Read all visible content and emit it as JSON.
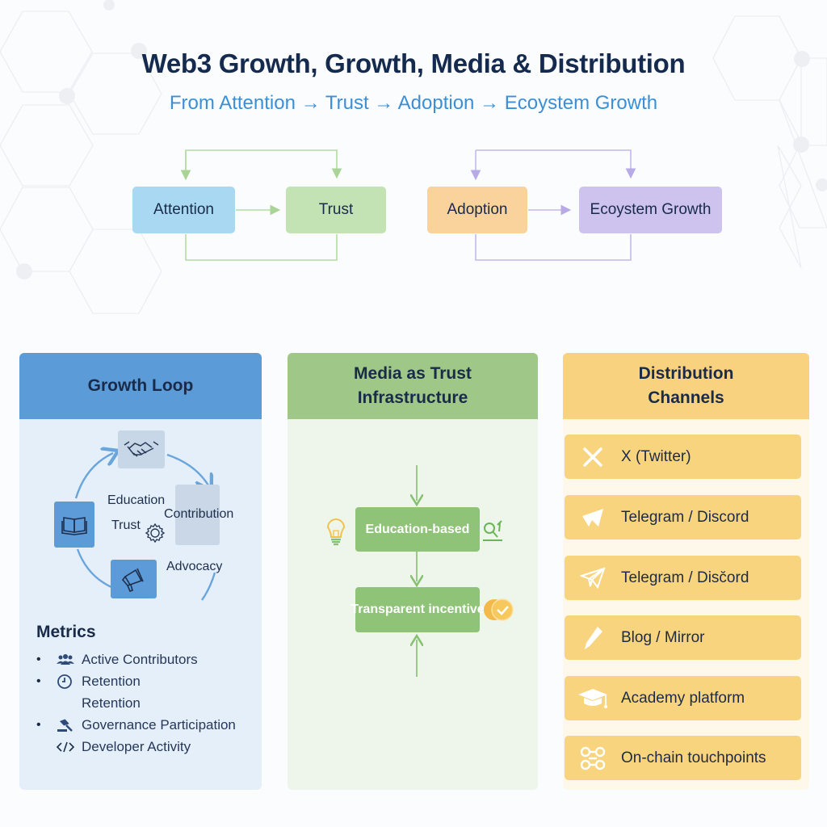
{
  "header": {
    "title": "Web3 Growth, Growth, Media & Distribution",
    "subtitle": "From Attention → Trust → Adoption → Ecoystem Growth"
  },
  "flow": {
    "stages": [
      {
        "label": "Attention",
        "color": "#a8d8f2"
      },
      {
        "label": "Trust",
        "color": "#c4e3b4"
      },
      {
        "label": "Adoption",
        "color": "#f9d29c"
      },
      {
        "label": "Ecoystem Growth",
        "color": "#cdc3ee"
      }
    ],
    "connector_colors": {
      "green": "#b5dba4",
      "purple": "#c3b8ea"
    }
  },
  "growth_loop": {
    "title": "Growth Loop",
    "icons": [
      "handshake-icon",
      "book-icon",
      "megaphone-icon",
      "gear-icon"
    ],
    "labels": {
      "education": "Education",
      "trust": "Trust",
      "contribution": "Contribution",
      "advocacy": "Advocacy"
    },
    "metrics": {
      "title": "Metrics",
      "items": [
        {
          "bullet": "•",
          "icon": "users-icon",
          "text": "Active Contributors"
        },
        {
          "bullet": "•",
          "icon": "clock-icon",
          "text": "Retention"
        },
        {
          "bullet": "",
          "icon": "",
          "text": "Retention"
        },
        {
          "bullet": "•",
          "icon": "gavel-icon",
          "text": "Governance Participation"
        },
        {
          "bullet": "",
          "icon": "code-icon",
          "text": "Developer Activity"
        }
      ]
    },
    "accent": "#5b9bd8"
  },
  "media": {
    "title_line1": "Media as Trust",
    "title_line2": "Infrastructure",
    "boxes": [
      {
        "label": "Education-based",
        "left_icon": "lightbulb-icon",
        "right_icon": "magnifier-chart-icon"
      },
      {
        "label": "Transparent incentive",
        "right_icon": "coin-check-icon"
      }
    ],
    "accent": "#9fc888"
  },
  "distribution": {
    "title_line1": "Distribution",
    "title_line2": "Channels",
    "channels": [
      {
        "label": "X (Twitter)",
        "icon": "x-icon"
      },
      {
        "label": "Telegram / Discord",
        "icon": "paper-plane-icon"
      },
      {
        "label": "Telegram / Disc̆ord",
        "icon": "paper-plane-outline-icon"
      },
      {
        "label": "Blog / Mirror",
        "icon": "pen-icon"
      },
      {
        "label": "Academy platform",
        "icon": "graduation-cap-icon"
      },
      {
        "label": "On-chain touchpoints",
        "icon": "chain-nodes-icon"
      }
    ],
    "accent": "#f8d27e"
  }
}
